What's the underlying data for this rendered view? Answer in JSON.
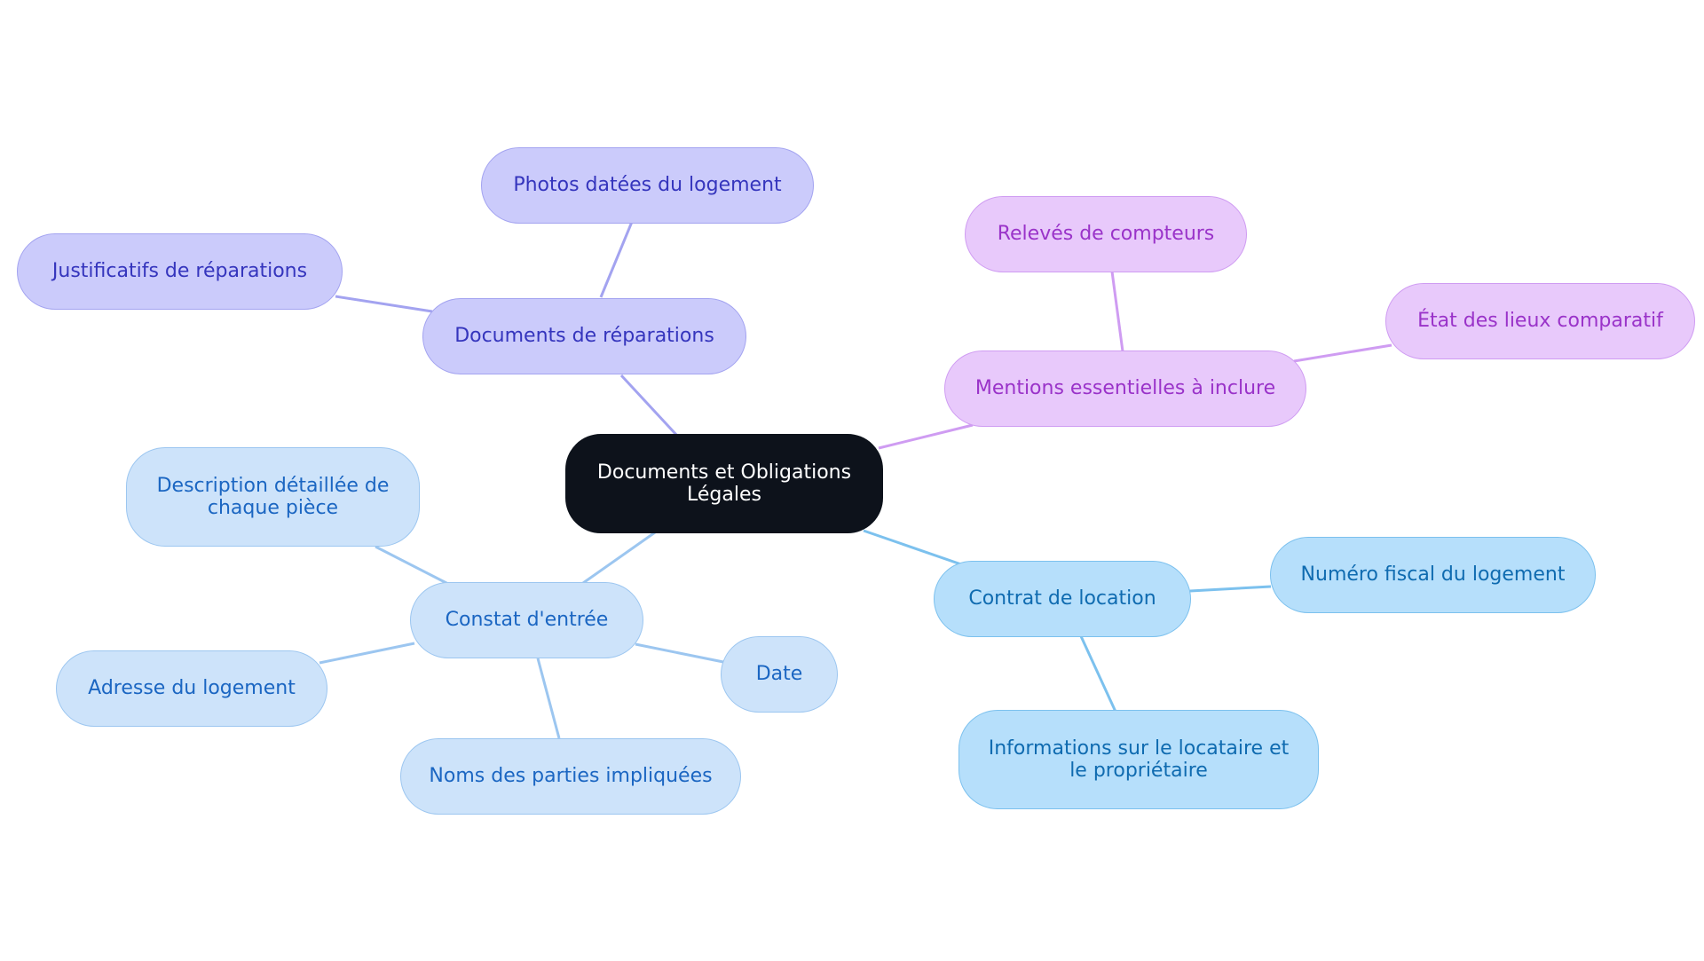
{
  "diagram": {
    "center": {
      "label": "Documents et Obligations Légales"
    },
    "branches": [
      {
        "id": "reparations",
        "label": "Documents de réparations",
        "color": "#a3a3f0",
        "children": [
          "Photos datées du logement",
          "Justificatifs de réparations"
        ]
      },
      {
        "id": "mentions",
        "label": "Mentions essentielles à inclure",
        "color": "#cf9cf2",
        "children": [
          "Relevés de compteurs",
          "État des lieux comparatif"
        ]
      },
      {
        "id": "contrat",
        "label": "Contrat de location",
        "color": "#7cc1ee",
        "children": [
          "Numéro fiscal du logement",
          "Informations sur le locataire et le propriétaire"
        ]
      },
      {
        "id": "constat",
        "label": "Constat d'entrée",
        "color": "#9cc6f0",
        "children": [
          "Description détaillée de chaque pièce",
          "Adresse du logement",
          "Noms des parties impliquées",
          "Date"
        ]
      }
    ]
  }
}
